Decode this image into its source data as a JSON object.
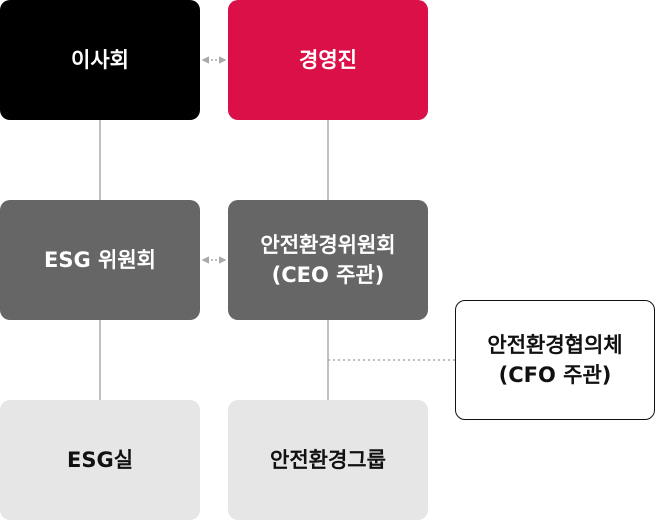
{
  "nodes": {
    "board": "이사회",
    "management": "경영진",
    "esg_committee": "ESG 위원회",
    "safety_committee": "안전환경위원회\n(CEO 주관)",
    "safety_council": "안전환경협의체\n(CFO 주관)",
    "esg_office": "ESG실",
    "safety_group": "안전환경그룹"
  },
  "colors": {
    "board": "#000000",
    "management": "#dc1048",
    "committee": "#666666",
    "office": "#e6e6e6",
    "line": "#aaaaaa"
  }
}
